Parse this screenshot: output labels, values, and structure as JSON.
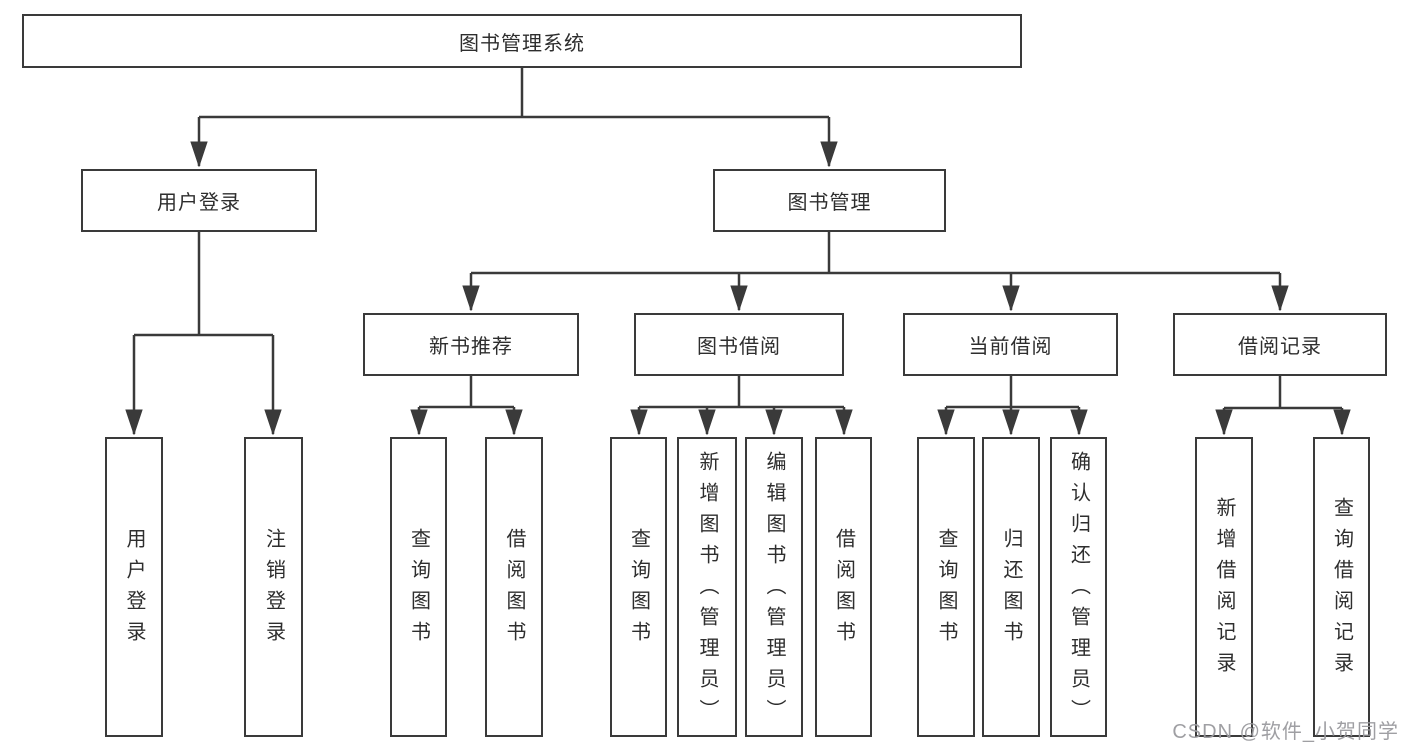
{
  "diagram": {
    "root": {
      "label": "图书管理系统"
    },
    "level2": {
      "user_login": {
        "label": "用户登录"
      },
      "book_management": {
        "label": "图书管理"
      }
    },
    "level3": {
      "new_book_recommend": {
        "label": "新书推荐"
      },
      "book_borrow": {
        "label": "图书借阅"
      },
      "current_borrow": {
        "label": "当前借阅"
      },
      "borrow_records": {
        "label": "借阅记录"
      }
    },
    "leaves": {
      "user_login": {
        "label": "用户登录"
      },
      "logout": {
        "label": "注销登录"
      },
      "nb_query_books": {
        "label": "查询图书"
      },
      "nb_borrow_books": {
        "label": "借阅图书"
      },
      "bb_query_books": {
        "label": "查询图书"
      },
      "bb_add_books": {
        "label": "新增图书（管理员）"
      },
      "bb_edit_books": {
        "label": "编辑图书（管理员）"
      },
      "bb_borrow_books": {
        "label": "借阅图书"
      },
      "cb_query_books": {
        "label": "查询图书"
      },
      "cb_return_books": {
        "label": "归还图书"
      },
      "cb_confirm_return": {
        "label": "确认归还（管理员）"
      },
      "br_add_record": {
        "label": "新增借阅记录"
      },
      "br_query_record": {
        "label": "查询借阅记录"
      }
    },
    "watermark": {
      "text": "CSDN @软件_小贺同学"
    },
    "colors": {
      "line": "#3a3a3a",
      "box_border": "#3a3a3a",
      "text": "#2e2e2e",
      "background": "#ffffff",
      "watermark": "#9a9a9e"
    }
  }
}
